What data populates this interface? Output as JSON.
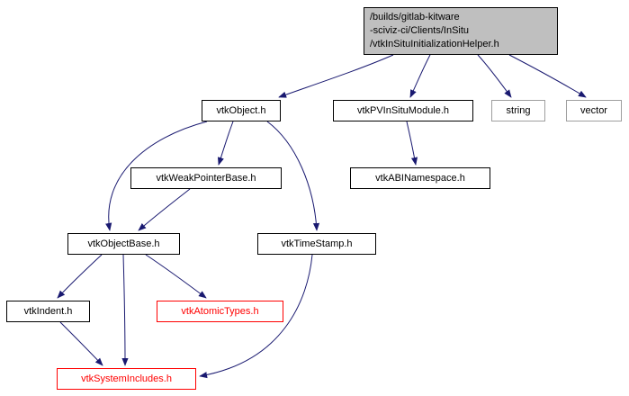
{
  "colors": {
    "edge": "#191970",
    "node-border": "#000000",
    "node-text": "#000000",
    "root-fill": "#bfbfbf",
    "red": "#ff0000",
    "gray-border": "#9e9e9e",
    "background": "#ffffff"
  },
  "nodes": {
    "root": {
      "label": "/builds/gitlab-kitware\n-sciviz-ci/Clients/InSitu\n/vtkInSituInitializationHelper.h"
    },
    "vtkObject": {
      "label": "vtkObject.h"
    },
    "vtkPVInSituModule": {
      "label": "vtkPVInSituModule.h"
    },
    "stdString": {
      "label": "string"
    },
    "stdVector": {
      "label": "vector"
    },
    "vtkWeakPointerBase": {
      "label": "vtkWeakPointerBase.h"
    },
    "vtkABINamespace": {
      "label": "vtkABINamespace.h"
    },
    "vtkObjectBase": {
      "label": "vtkObjectBase.h"
    },
    "vtkTimeStamp": {
      "label": "vtkTimeStamp.h"
    },
    "vtkIndent": {
      "label": "vtkIndent.h"
    },
    "vtkAtomicTypes": {
      "label": "vtkAtomicTypes.h"
    },
    "vtkSystemIncludes": {
      "label": "vtkSystemIncludes.h"
    }
  },
  "edges": [
    {
      "from": "root",
      "to": "vtkObject"
    },
    {
      "from": "root",
      "to": "vtkPVInSituModule"
    },
    {
      "from": "root",
      "to": "stdString"
    },
    {
      "from": "root",
      "to": "stdVector"
    },
    {
      "from": "vtkObject",
      "to": "vtkWeakPointerBase"
    },
    {
      "from": "vtkObject",
      "to": "vtkObjectBase"
    },
    {
      "from": "vtkObject",
      "to": "vtkTimeStamp"
    },
    {
      "from": "vtkPVInSituModule",
      "to": "vtkABINamespace"
    },
    {
      "from": "vtkWeakPointerBase",
      "to": "vtkObjectBase"
    },
    {
      "from": "vtkObjectBase",
      "to": "vtkIndent"
    },
    {
      "from": "vtkObjectBase",
      "to": "vtkAtomicTypes"
    },
    {
      "from": "vtkObjectBase",
      "to": "vtkSystemIncludes"
    },
    {
      "from": "vtkIndent",
      "to": "vtkSystemIncludes"
    },
    {
      "from": "vtkTimeStamp",
      "to": "vtkSystemIncludes"
    }
  ]
}
